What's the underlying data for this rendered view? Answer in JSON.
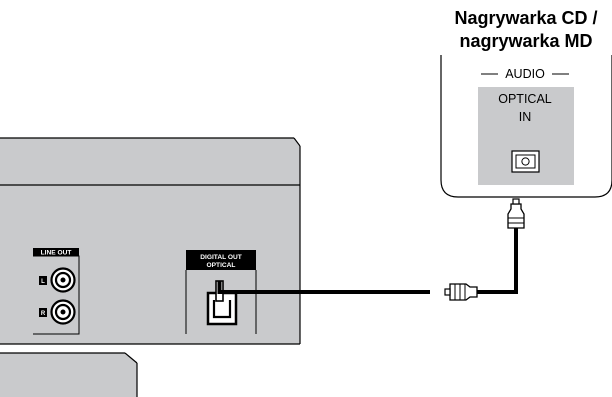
{
  "recorder": {
    "title_line1": "Nagrywarka CD /",
    "title_line2": "nagrywarka MD",
    "section_label": "AUDIO",
    "port_label_line1": "OPTICAL",
    "port_label_line2": "IN"
  },
  "player": {
    "line_out_label": "LINE OUT",
    "left_channel": "L",
    "right_channel": "R",
    "digital_out_line1": "DIGITAL OUT",
    "digital_out_line2": "OPTICAL"
  },
  "colors": {
    "panel": "#c9cacc",
    "panel_dark": "#a9aaac",
    "outline": "#000000",
    "cable": "#000000"
  }
}
